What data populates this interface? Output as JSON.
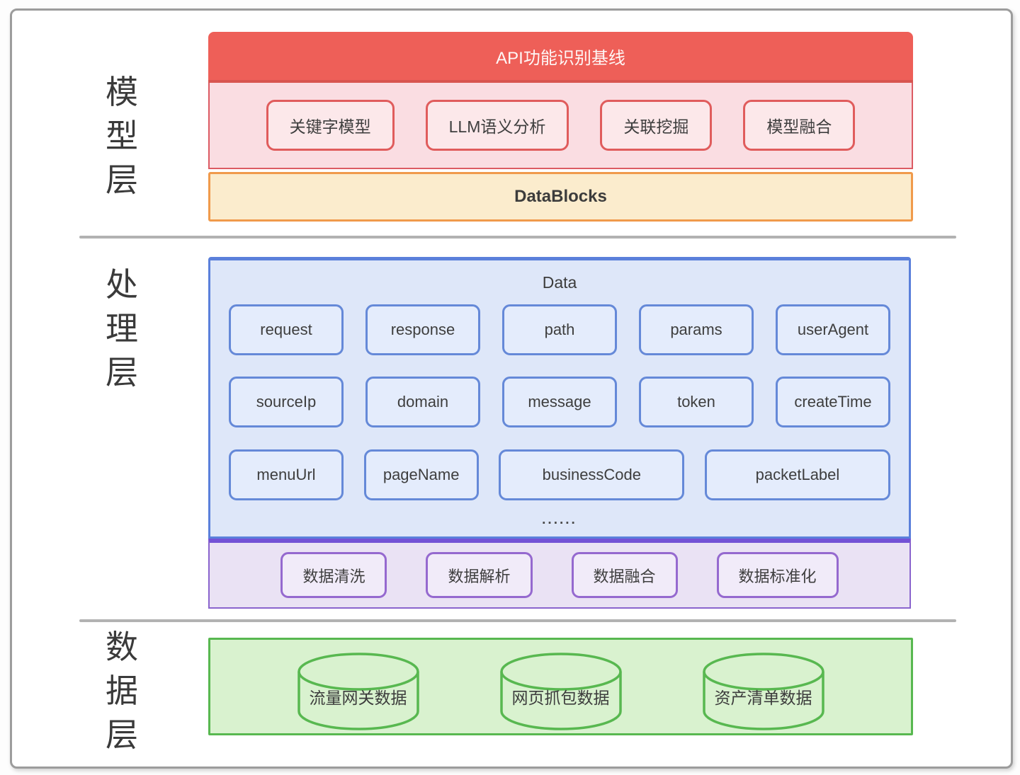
{
  "layers": {
    "model": {
      "label": "模型层",
      "header": "API功能识别基线",
      "boxes": [
        "关键字模型",
        "LLM语义分析",
        "关联挖掘",
        "模型融合"
      ],
      "datablocks": "DataBlocks"
    },
    "processing": {
      "label": "处理层",
      "data_title": "Data",
      "fields_row1": [
        "request",
        "response",
        "path",
        "params",
        "userAgent"
      ],
      "fields_row2": [
        "sourceIp",
        "domain",
        "message",
        "token",
        "createTime"
      ],
      "fields_row3": [
        "menuUrl",
        "pageName",
        "businessCode",
        "packetLabel"
      ],
      "ellipsis": "......",
      "steps": [
        "数据清洗",
        "数据解析",
        "数据融合",
        "数据标准化"
      ]
    },
    "data": {
      "label": "数据层",
      "sources": [
        "流量网关数据",
        "网页抓包数据",
        "资产清单数据"
      ]
    }
  },
  "colors": {
    "header_red": "#ee5f58",
    "pink_bg": "#fadde2",
    "pink_border": "#e05c5c",
    "orange_bg": "#fbeccd",
    "orange_border": "#f09a4b",
    "blue_bg": "#dee7f9",
    "blue_border": "#5b80db",
    "purple_bg": "#eae2f4",
    "purple_border": "#7452d6",
    "green_bg": "#d9f2cf",
    "green_border": "#58b850",
    "divider_gray": "#b2b2b2",
    "text_dark": "#3e3e3e"
  }
}
